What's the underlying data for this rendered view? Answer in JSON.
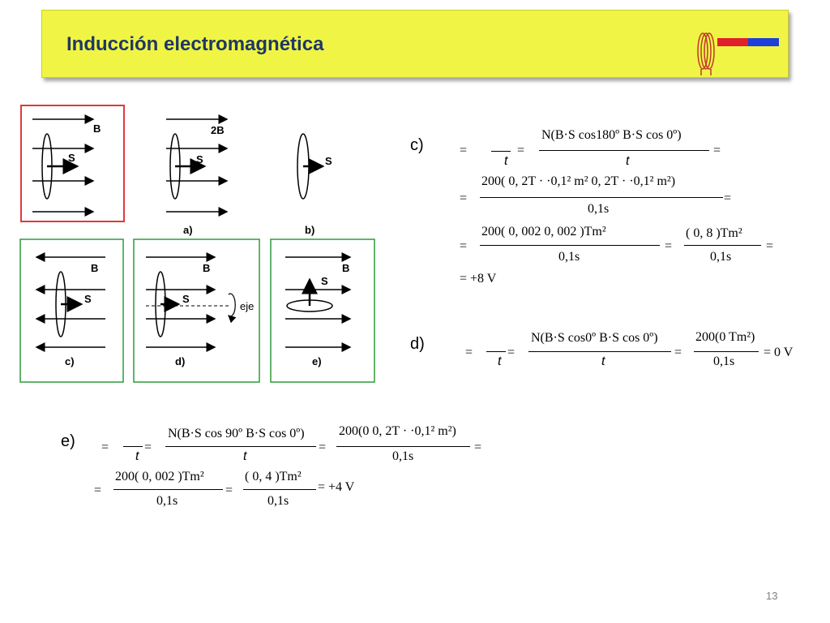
{
  "slide": {
    "title": "Inducción electromagnética",
    "page_number": "13"
  },
  "figures": {
    "labels": [
      "a)",
      "b)",
      "c)",
      "d)",
      "e)"
    ],
    "field_label": "B",
    "field_label_double": "2B",
    "surface_label": "S",
    "axis_label": "eje",
    "box_colors": {
      "a": "#e0383b",
      "c": "#2e9b3a",
      "d": "#2e9b3a",
      "e": "#2e9b3a"
    }
  },
  "sections": {
    "c": {
      "label": "c)"
    },
    "d": {
      "label": "d)"
    },
    "e": {
      "label": "e)"
    }
  },
  "math": {
    "c1_eq": "=",
    "c1_num": "N(B·S cos180º   B·S cos 0º)",
    "c1_den": "t",
    "c1_minus_den": "t",
    "c2_num": "200(   0, 2T ·  ·0,1² m²     0, 2T ·   ·0,1² m²)",
    "c2_den": "0,1s",
    "c3_num": "200(   0, 002      0, 002   )Tm²",
    "c3_den": "0,1s",
    "c3b_num": "(   0, 8   )Tm²",
    "c3b_den": "0,1s",
    "c4": "= +8     V",
    "d_num": "N(B·S cos0º   B·S cos 0º)",
    "d_den": "t",
    "d_minus_den": "t",
    "d_num2": "200(0 Tm²)",
    "d_den2": "0,1s",
    "d_result": "= 0 V",
    "e_num": "N(B·S cos 90º   B·S cos 0º)",
    "e_den": "t",
    "e_minus_den": "t",
    "e_num2": "200(0     0, 2T ·   ·0,1² m²)",
    "e_den2": "0,1s",
    "e2_num": "200(   0, 002   )Tm²",
    "e2_den": "0,1s",
    "e2b_num": "(   0, 4   )Tm²",
    "e2b_den": "0,1s",
    "e2_result": "= +4     V",
    "eq": "="
  },
  "colors": {
    "title_bg": "#f0f545",
    "title_text": "#1f3864",
    "magnet_red": "#e0202a",
    "magnet_blue": "#1e3fd8",
    "coil": "#c0392b"
  }
}
